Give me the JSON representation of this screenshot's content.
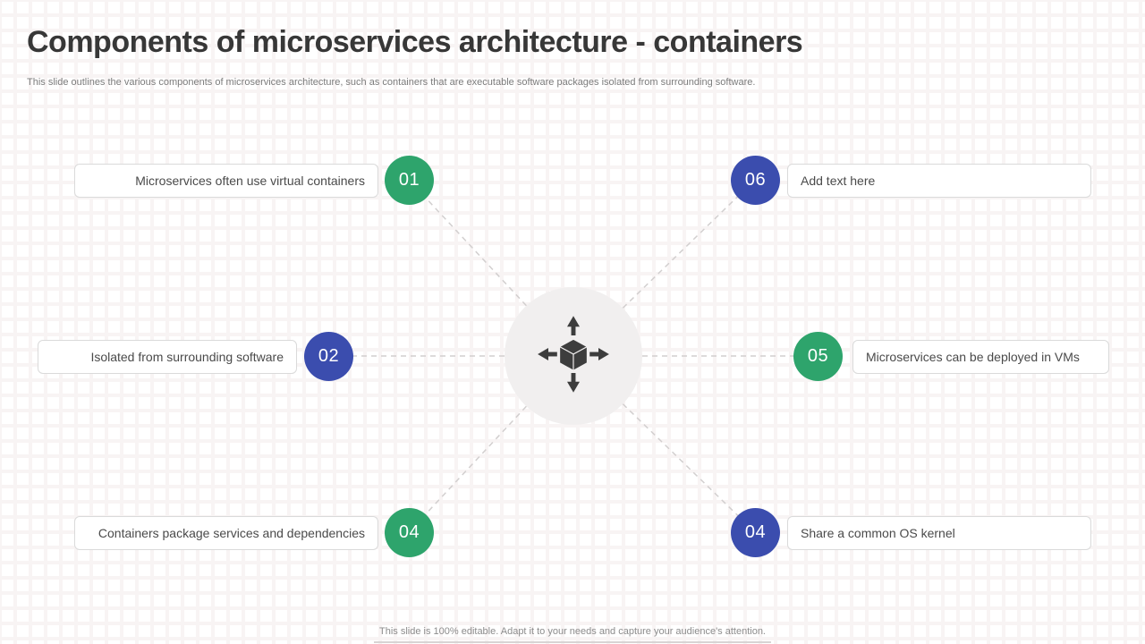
{
  "slide": {
    "title": "Components of microservices architecture - containers",
    "subtitle": "This slide outlines the various components of microservices architecture, such as containers that are executable software packages isolated from surrounding software.",
    "footer": "This slide is 100% editable. Adapt it to your needs and capture your audience's attention."
  },
  "colors": {
    "green": "#2EA46C",
    "blue": "#3B4DAE",
    "connector": "#D2CFCF",
    "hub_bg": "#F1EFEF",
    "icon": "#3D3D3D",
    "box_border": "#DADADA"
  },
  "center": {
    "icon": "cube-deployment-icon"
  },
  "items": [
    {
      "number": "01",
      "label": "Microservices often use virtual containers",
      "color": "green",
      "position": "top-left"
    },
    {
      "number": "06",
      "label": "Add text here",
      "color": "blue",
      "position": "top-right"
    },
    {
      "number": "02",
      "label": "Isolated from surrounding software",
      "color": "blue",
      "position": "middle-left"
    },
    {
      "number": "05",
      "label": "Microservices can be deployed in VMs",
      "color": "green",
      "position": "middle-right"
    },
    {
      "number": "04",
      "label": "Containers package services and dependencies",
      "color": "green",
      "position": "bottom-left"
    },
    {
      "number": "04",
      "label": "Share a common OS kernel",
      "color": "blue",
      "position": "bottom-right"
    }
  ]
}
